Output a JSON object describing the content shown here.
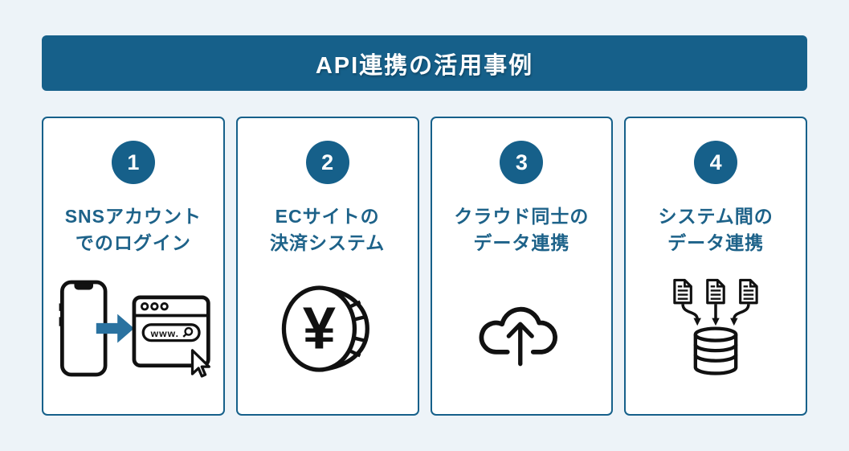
{
  "header": {
    "title": "API連携の活用事例"
  },
  "cards": [
    {
      "number": "1",
      "title_line1": "SNSアカウント",
      "title_line2": "でのログイン",
      "icon": "phone-to-browser-login-icon",
      "browser_text": "www."
    },
    {
      "number": "2",
      "title_line1": "ECサイトの",
      "title_line2": "決済システム",
      "icon": "yen-coin-icon",
      "coin_symbol": "¥"
    },
    {
      "number": "3",
      "title_line1": "クラウド同士の",
      "title_line2": "データ連携",
      "icon": "cloud-upload-icon"
    },
    {
      "number": "4",
      "title_line1": "システム間の",
      "title_line2": "データ連携",
      "icon": "documents-to-database-icon"
    }
  ],
  "colors": {
    "page_bg": "#edf3f8",
    "banner_bg": "#16608a",
    "banner_text": "#ffffff",
    "card_bg": "#ffffff",
    "card_border": "#16608a",
    "card_title_text": "#1d6289",
    "badge_bg": "#16608a",
    "badge_text": "#ffffff",
    "arrow_accent": "#2a72a0",
    "icon_stroke": "#111111"
  }
}
